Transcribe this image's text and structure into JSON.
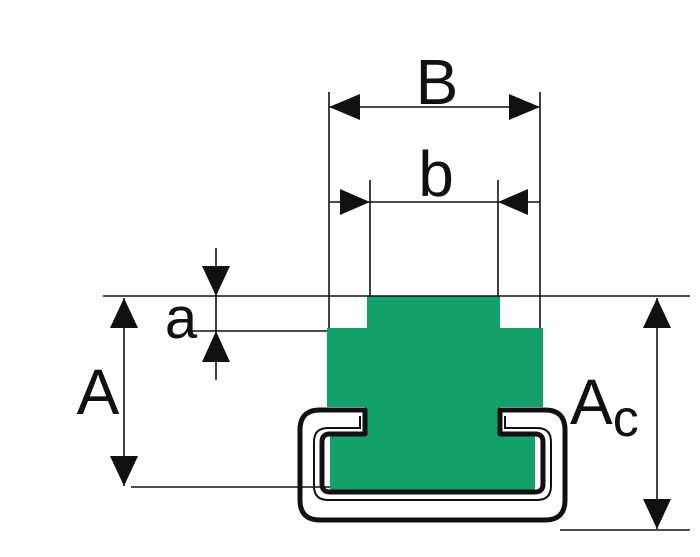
{
  "labels": {
    "B": "B",
    "b": "b",
    "a": "a",
    "A": "A",
    "Ac_main": "A",
    "Ac_sub": "c"
  },
  "colors": {
    "profile_fill": "#14a06b",
    "line": "#111111",
    "background": "#ffffff"
  }
}
